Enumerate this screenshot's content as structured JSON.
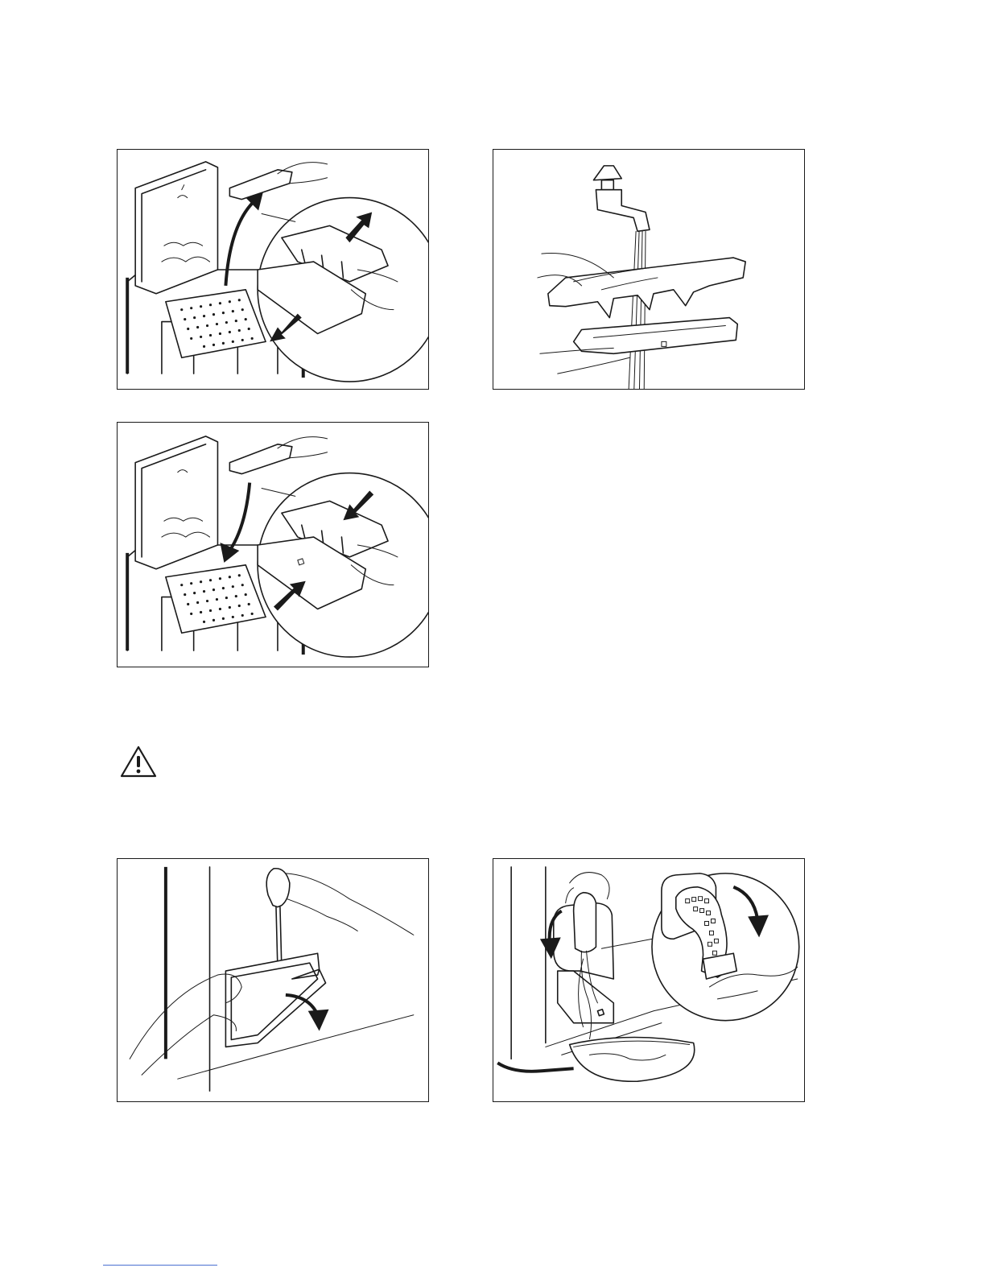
{
  "figures": [
    {
      "id": "fig-remove-filter",
      "icon": "arrow-up-icon"
    },
    {
      "id": "fig-rinse-filter",
      "icon": "faucet-icon"
    },
    {
      "id": "fig-insert-filter",
      "icon": "arrow-down-icon"
    },
    {
      "id": "fig-open-flap",
      "icon": "screwdriver-icon"
    },
    {
      "id": "fig-drain-pump-filter",
      "icon": "bowl-icon"
    }
  ],
  "warning": {
    "icon": "warning-icon"
  },
  "colors": {
    "line": "#1a1a1a",
    "footer_rule": "#4a6fd1",
    "background": "#ffffff"
  }
}
